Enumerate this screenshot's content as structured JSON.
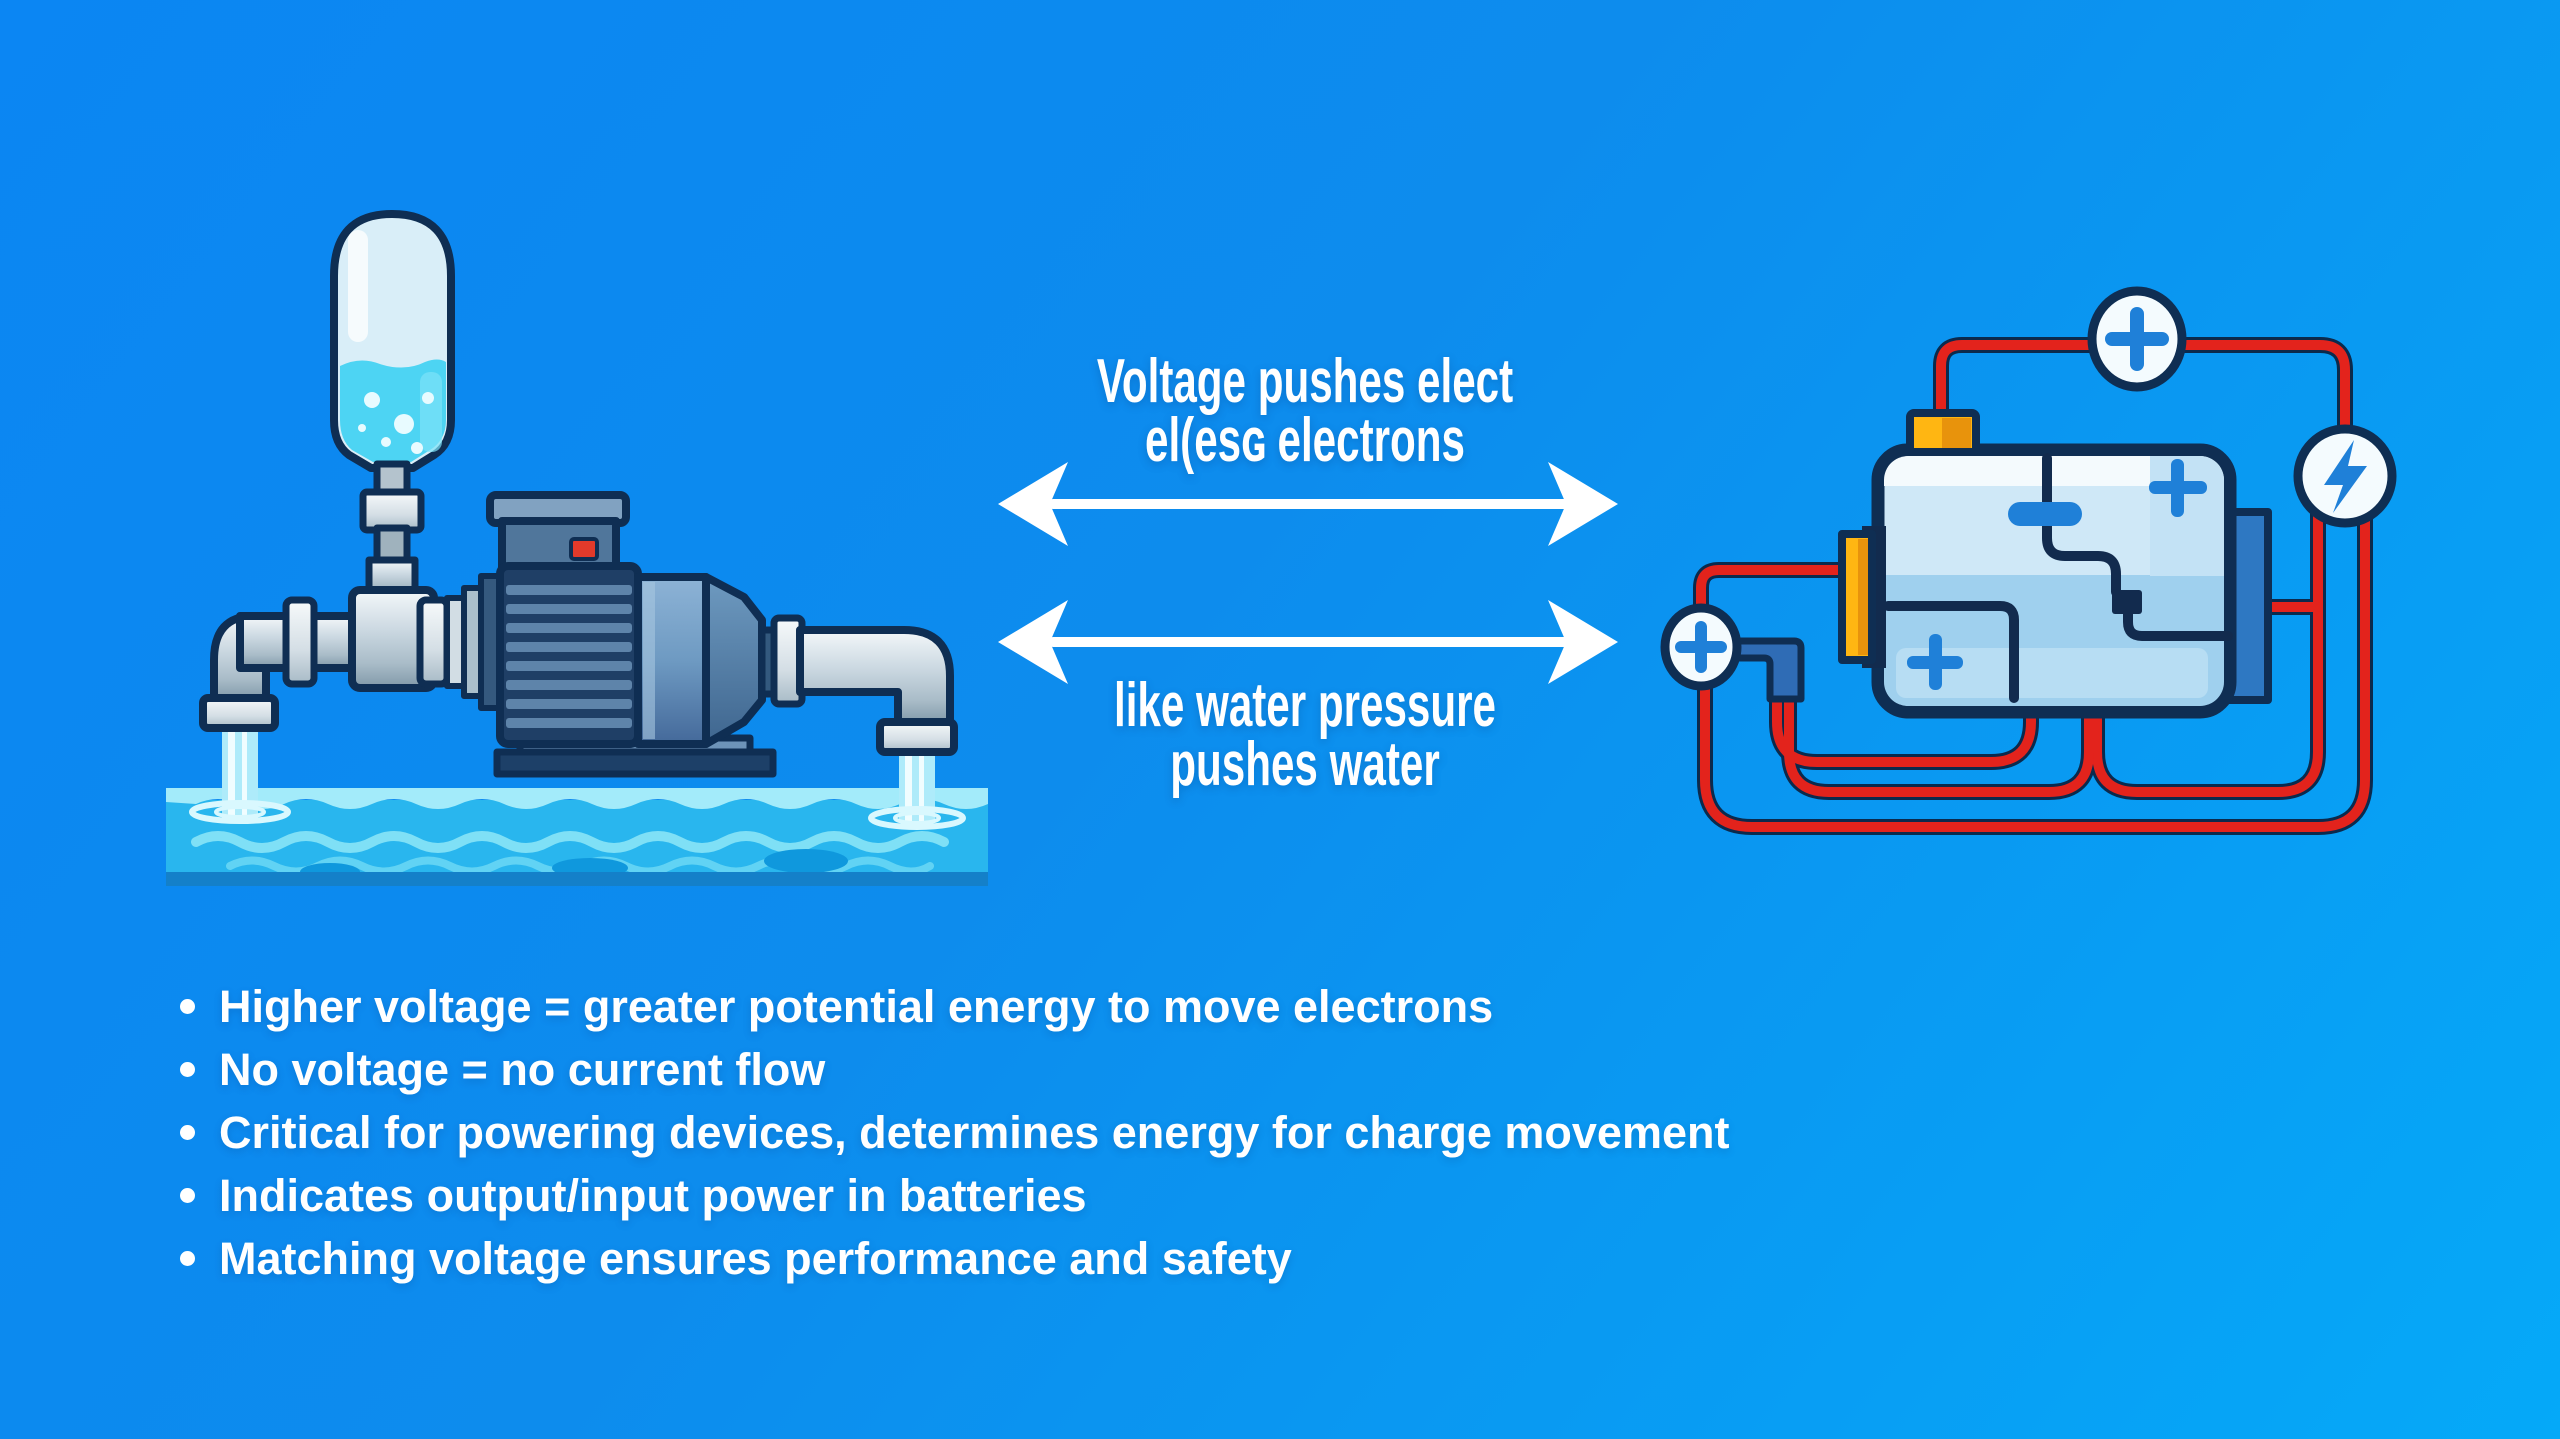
{
  "analogy_labels": {
    "electric_line_1": "Voltage pushes elect",
    "electric_line_2": "el(esɢ electrons",
    "water_line_1": "like water pressure",
    "water_line_2": "pushes water"
  },
  "bullet_list": {
    "items": [
      "Higher voltage = greater potential energy to move electrons",
      "No voltage = no current flow",
      "Critical for powering devices, determines energy for charge movement",
      "Indicates output/input power in batteries",
      "Matching voltage ensures performance and safety"
    ]
  },
  "icons": {
    "positive_terminal": "plus-in-circle",
    "energy": "lightning-bolt-in-circle",
    "comparison": "double-headed-arrow"
  },
  "colors": {
    "bg_start": "#0b86f3",
    "bg_mid": "#0d8ced",
    "bg_end": "#05a9f8",
    "outline": "#0f2e53",
    "wire_red": "#e3231c",
    "symbol_blue": "#1f80d8",
    "terminal_yellow": "#ffb612",
    "terminal_shade": "#e8930c",
    "water_cyan": "#29b6ee",
    "water_light": "#a3ebfa",
    "text_white": "#ffffff"
  }
}
